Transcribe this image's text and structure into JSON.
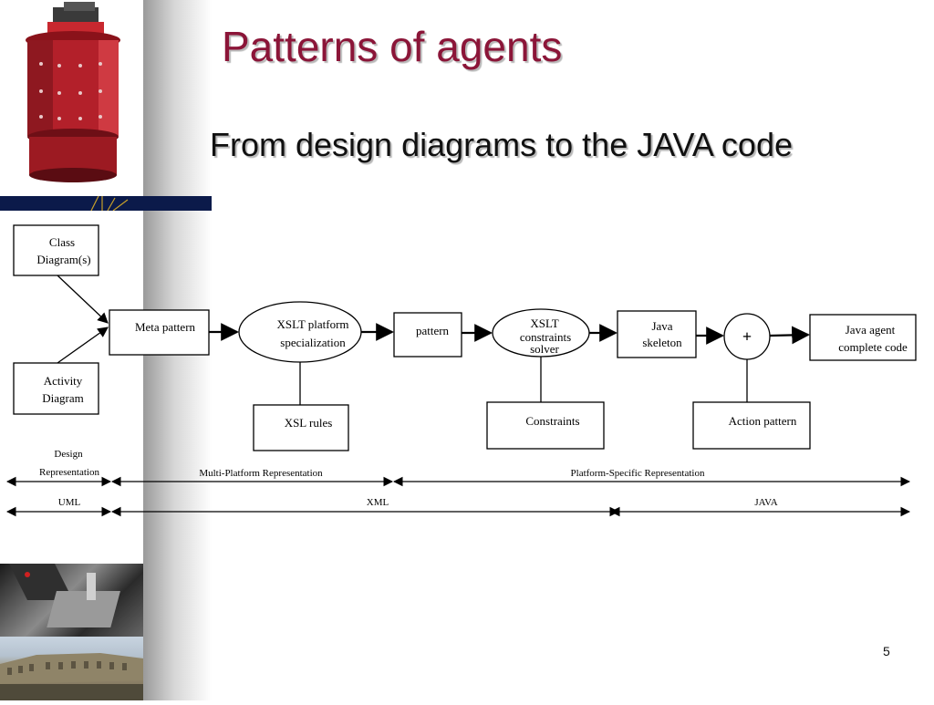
{
  "slide": {
    "title": "Patterns of agents",
    "subtitle": "From design diagrams to the JAVA code",
    "page_number": "5"
  },
  "diagram": {
    "nodes": {
      "class_diagram": [
        "Class",
        "Diagram(s)"
      ],
      "activity_diagram": [
        "Activity",
        "Diagram"
      ],
      "meta_pattern": "Meta pattern",
      "xslt_platform": [
        "XSLT platform",
        "specialization"
      ],
      "pattern": "pattern",
      "xslt_solver": [
        "XSLT",
        "constraints",
        "solver"
      ],
      "java_skeleton": [
        "Java",
        "skeleton"
      ],
      "plus": "+",
      "java_agent": [
        "Java agent",
        "complete code"
      ],
      "xsl_rules": "XSL rules",
      "constraints": "Constraints",
      "action_pattern": "Action pattern"
    },
    "ranges_top": {
      "design_label": [
        "Design",
        "Representation"
      ],
      "multi_platform": "Multi-Platform Representation",
      "platform_specific": "Platform-Specific Representation"
    },
    "ranges_bottom": {
      "uml": "UML",
      "xml": "XML",
      "java": "JAVA"
    }
  },
  "colors": {
    "title": "#8b1538",
    "robot_body": "#b3202a",
    "sidebar_dark_band": "#0b1a4a"
  },
  "icons": {
    "robot_image": "robot-photo",
    "lab_image": "robot-arm-photo",
    "building_image": "building-photo"
  }
}
